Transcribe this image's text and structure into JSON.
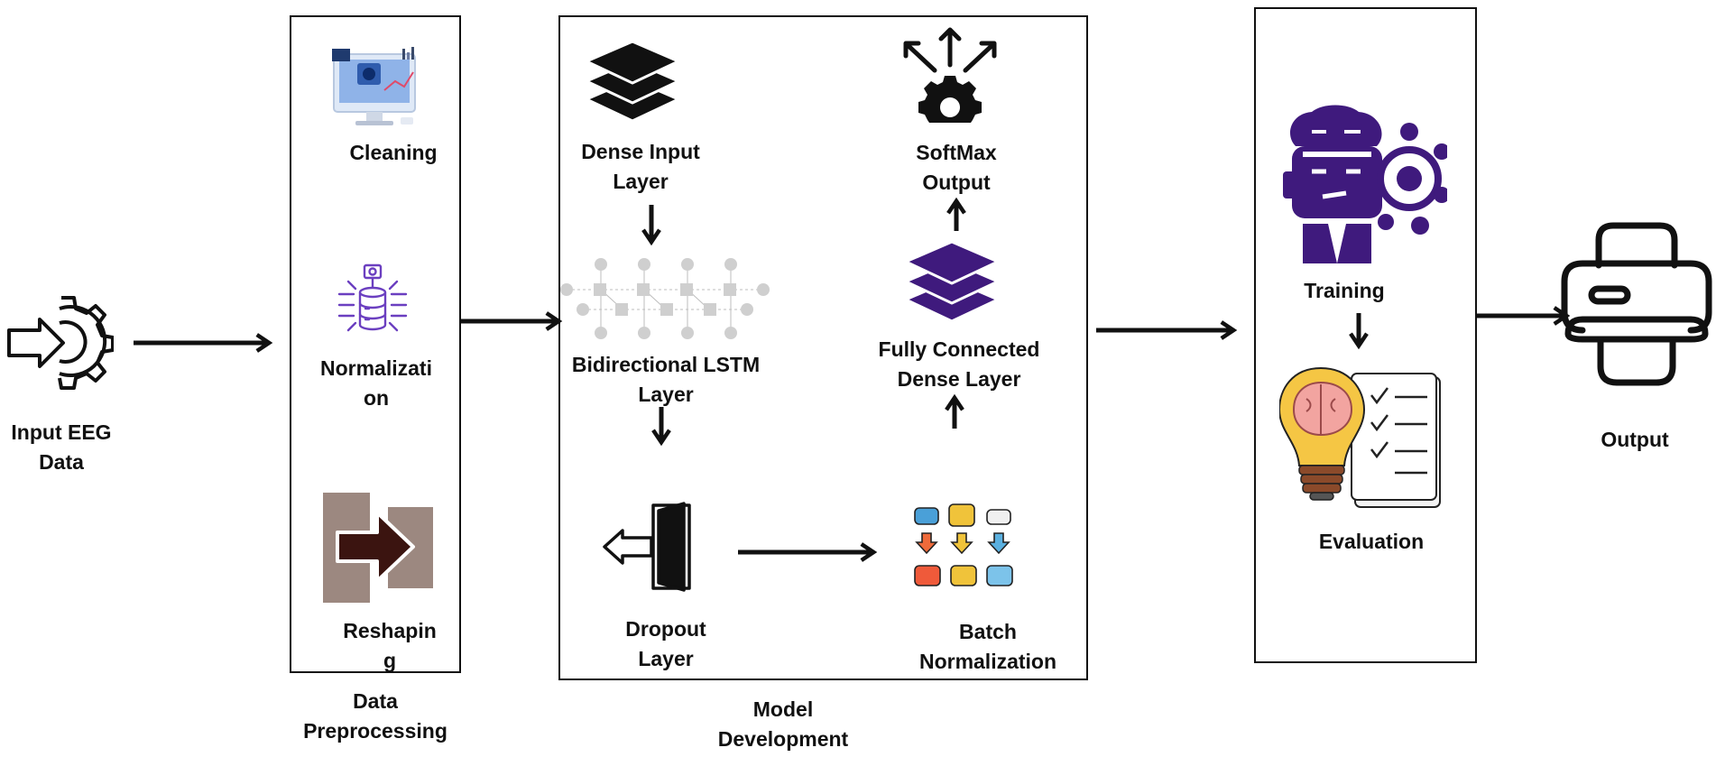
{
  "nodes": {
    "input": {
      "label": "Input EEG\nData",
      "icon": "gear-arrow-input-icon"
    },
    "output": {
      "label": "Output",
      "icon": "printer-output-icon"
    }
  },
  "preprocessing": {
    "title": "Data\nPreprocessing",
    "steps": [
      {
        "label": "Cleaning",
        "icon": "monitor-cleaning-icon"
      },
      {
        "label": "Normalizati\non",
        "icon": "database-normalization-icon"
      },
      {
        "label": "Reshapin\ng",
        "icon": "reshape-arrow-icon"
      }
    ]
  },
  "model": {
    "title": "Model\nDevelopment",
    "layers": {
      "dense_input": {
        "label": "Dense Input\nLayer",
        "icon": "layers-stack-icon"
      },
      "bilstm": {
        "label": "Bidirectional LSTM\nLayer",
        "icon": "lstm-network-icon"
      },
      "dropout": {
        "label": "Dropout\nLayer",
        "icon": "door-exit-icon"
      },
      "batchnorm": {
        "label": "Batch\nNormalization",
        "icon": "database-transform-icon"
      },
      "fully_connected": {
        "label": "Fully Connected\nDense Layer",
        "icon": "purple-layers-icon"
      },
      "softmax": {
        "label": "SoftMax\nOutput",
        "icon": "gear-arrows-icon"
      }
    }
  },
  "evaluation_panel": {
    "training": {
      "label": "Training",
      "icon": "robot-brain-gear-icon"
    },
    "evaluation": {
      "label": "Evaluation",
      "icon": "lightbulb-checklist-icon"
    }
  },
  "colors": {
    "purple": "#3f1a7d",
    "reshape_bg": "#9c8880",
    "reshape_arrow": "#3b1410",
    "bulb": "#f5c644",
    "brain": "#f2a4a0"
  }
}
